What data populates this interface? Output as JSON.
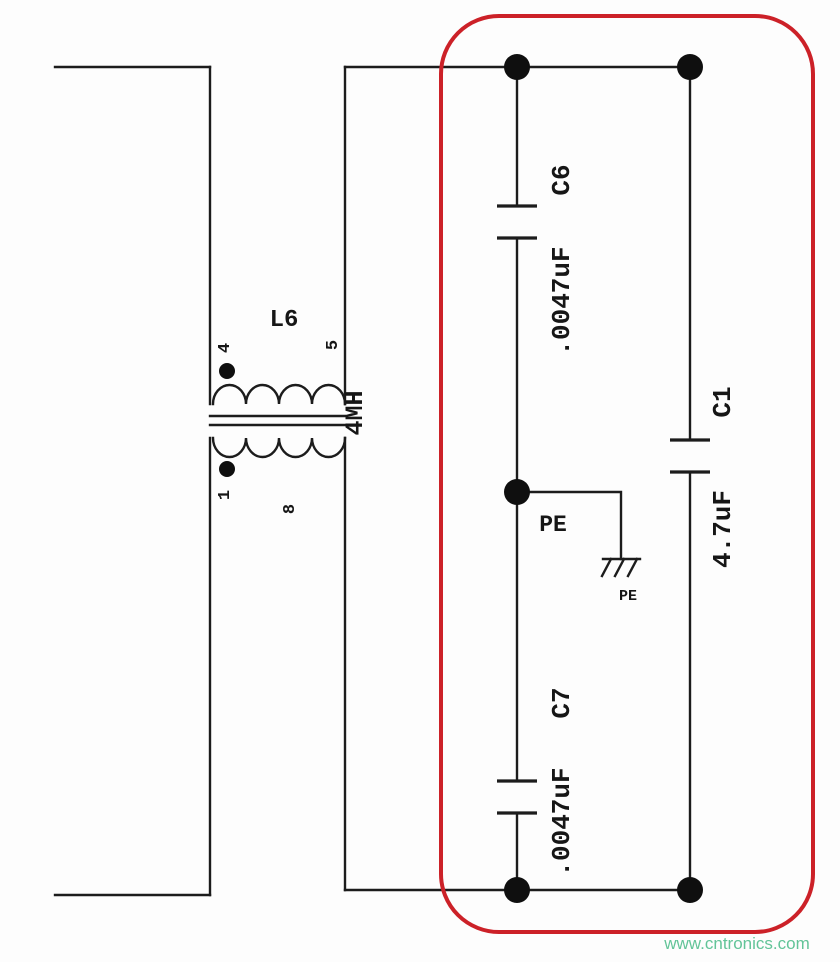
{
  "schematic": {
    "inductor": {
      "designator": "L6",
      "value": "4MH",
      "pin_top_left": "4",
      "pin_top_right": "5",
      "pin_bottom_left": "1",
      "pin_bottom_right": "8"
    },
    "cap_c6": {
      "designator": "C6",
      "value": ".0047uF"
    },
    "cap_c1": {
      "designator": "C1",
      "value": "4.7uF"
    },
    "cap_c7": {
      "designator": "C7",
      "value": ".0047uF"
    },
    "pe_net_label": "PE",
    "pe_ground_label": "PE"
  },
  "watermark": "www.cntronics.com",
  "colors": {
    "wire": "#1c1c1c",
    "highlight_box": "#cc2128",
    "watermark": "#62c498",
    "background": "#fdfdfd"
  }
}
